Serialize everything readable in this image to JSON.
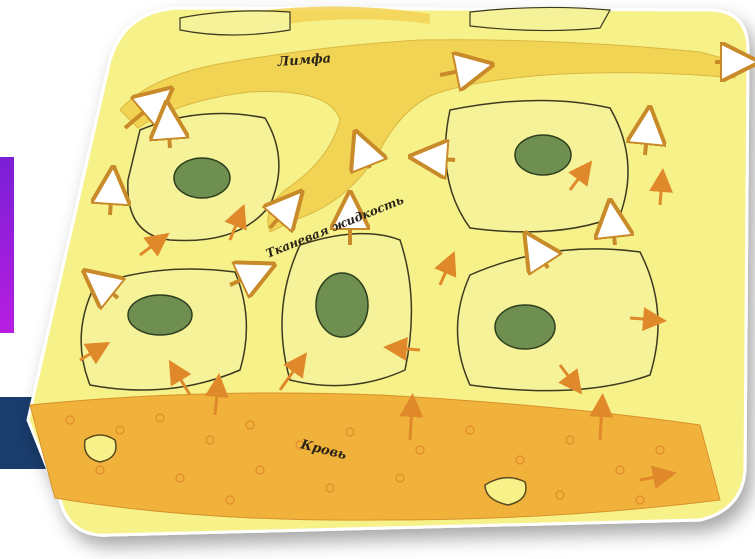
{
  "labels": {
    "lymph": "Лимфа",
    "tissue_fluid": "Тканевая жидкость",
    "blood": "Кровь"
  },
  "colors": {
    "card_fill": "#f7f18a",
    "lymph_vessel": "#f2d455",
    "blood_vessel": "#f0b23a",
    "cell_fill": "#f6f29a",
    "nucleus": "#6f8f50",
    "accent_purple": "#9b1fe0",
    "accent_navy": "#1a3d6e",
    "arrow_orange": "#e0892a"
  }
}
